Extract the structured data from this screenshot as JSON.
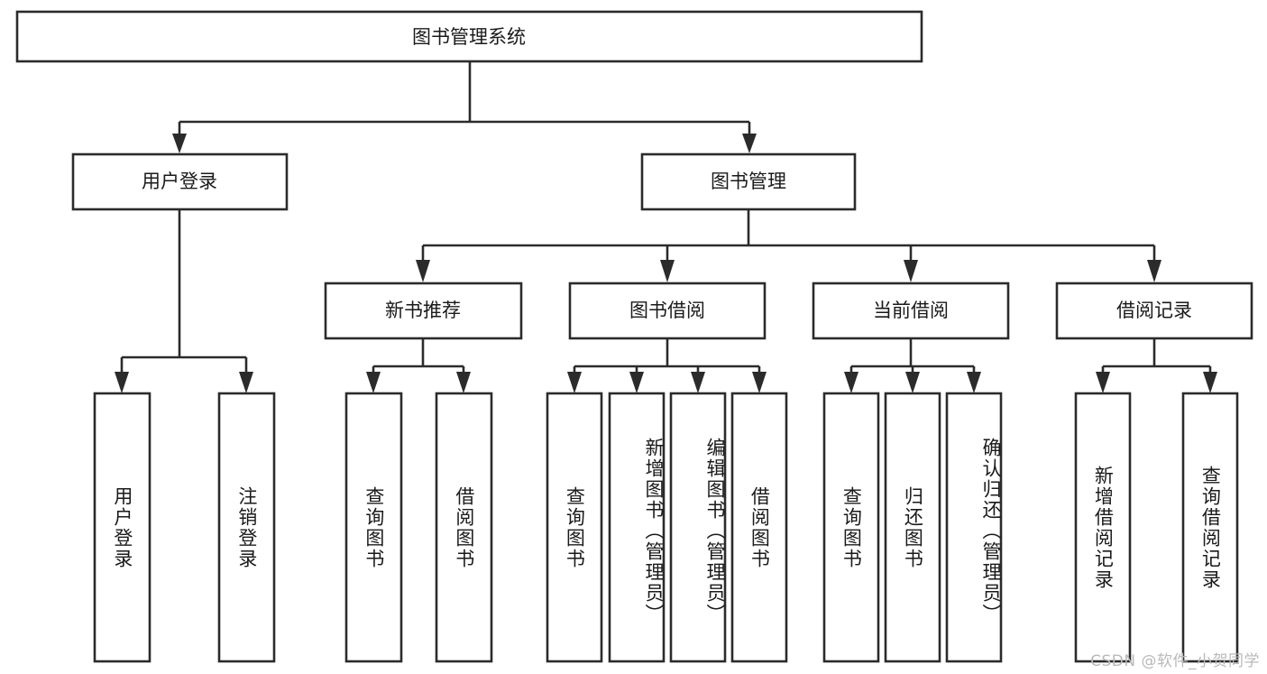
{
  "diagram": {
    "type": "hierarchy-tree",
    "orientation": "top-down",
    "root": {
      "label": "图书管理系统"
    },
    "level2": [
      {
        "label": "用户登录"
      },
      {
        "label": "图书管理"
      }
    ],
    "level3": [
      {
        "label": "新书推荐"
      },
      {
        "label": "图书借阅"
      },
      {
        "label": "当前借阅"
      },
      {
        "label": "借阅记录"
      }
    ],
    "leaves": {
      "user_login": [
        {
          "label": "用户登录"
        },
        {
          "label": "注销登录"
        }
      ],
      "new_book_recommend": [
        {
          "label": "查询图书"
        },
        {
          "label": "借阅图书"
        }
      ],
      "book_borrow": [
        {
          "label": "查询图书"
        },
        {
          "label": "新增图书（管理员）"
        },
        {
          "label": "编辑图书（管理员）"
        },
        {
          "label": "借阅图书"
        }
      ],
      "current_borrow": [
        {
          "label": "查询图书"
        },
        {
          "label": "归还图书"
        },
        {
          "label": "确认归还（管理员）"
        }
      ],
      "borrow_record": [
        {
          "label": "新增借阅记录"
        },
        {
          "label": "查询借阅记录"
        }
      ]
    }
  },
  "watermark": {
    "text": "CSDN @软件_小贺同学"
  },
  "colors": {
    "background": "#ffffff",
    "box_fill": "#ffffff",
    "box_stroke": "#2b2b2b",
    "text": "#1a1a1a",
    "watermark": "#b9b9b9"
  }
}
